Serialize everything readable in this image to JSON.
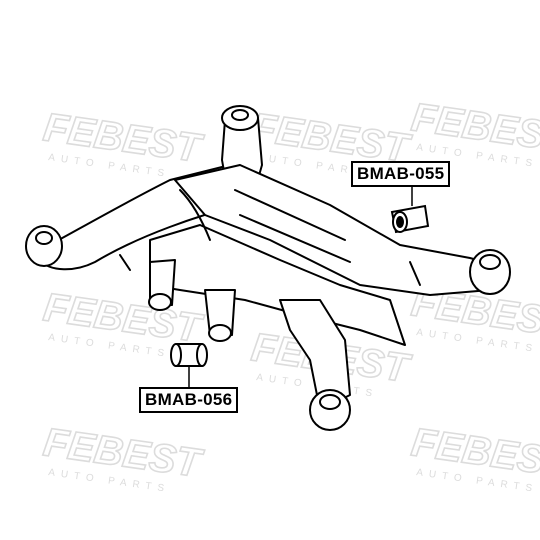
{
  "watermark": {
    "brand": "FEBEST",
    "subtext": "AUTO PARTS"
  },
  "parts": [
    {
      "part_number": "BMAB-055"
    },
    {
      "part_number": "BMAB-056"
    }
  ],
  "colors": {
    "line": "#000000",
    "watermark": "#e6e6e6",
    "background": "#ffffff"
  }
}
